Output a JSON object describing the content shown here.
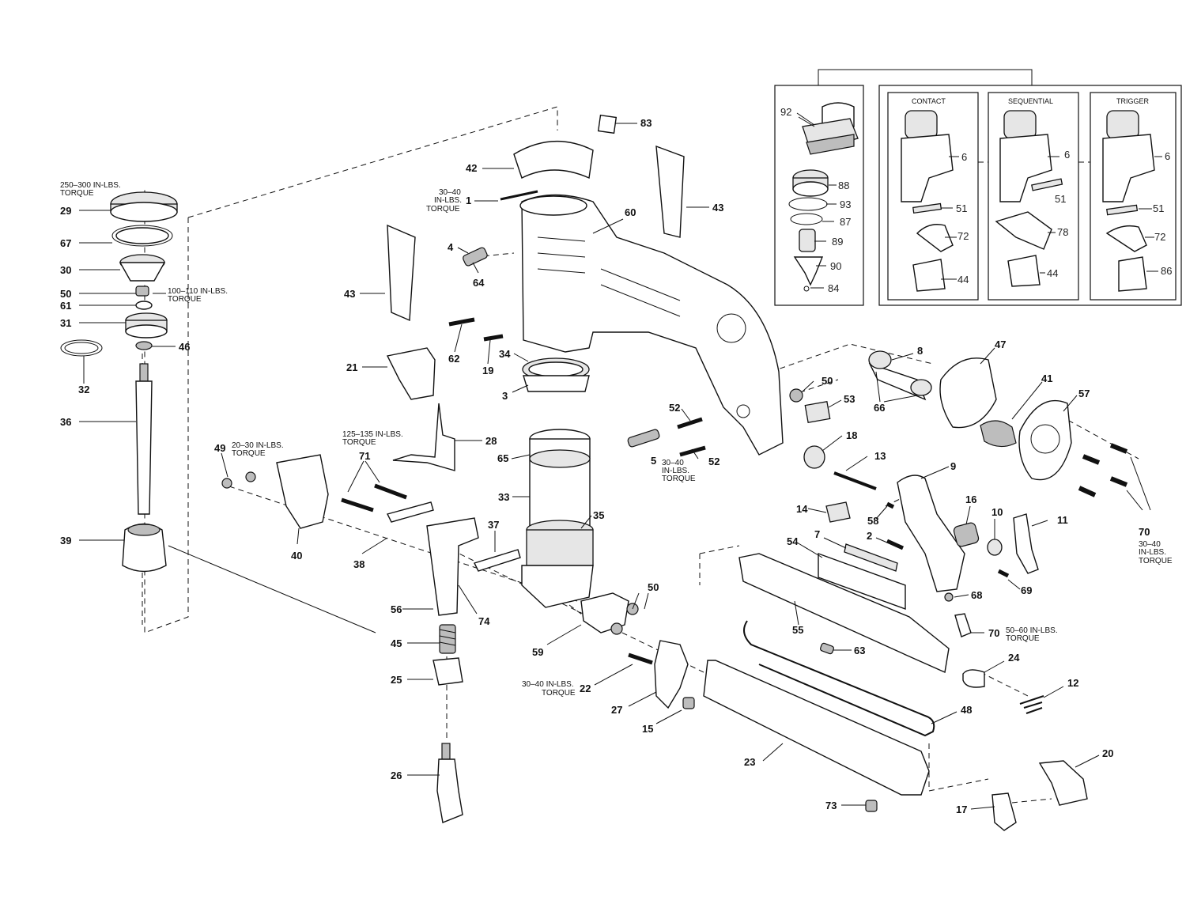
{
  "labels": {
    "p92": "92",
    "p88": "88",
    "p93": "93",
    "p87": "87",
    "p89": "89",
    "p90": "90",
    "p84": "84",
    "p6a": "6",
    "p6b": "6",
    "p6c": "6",
    "p51a": "51",
    "p51b": "51",
    "p51c": "51",
    "p72a": "72",
    "p72b": "72",
    "p78": "78",
    "p44a": "44",
    "p44b": "44",
    "p86": "86",
    "p83": "83",
    "p42": "42",
    "p1": "1",
    "p60": "60",
    "p43a": "43",
    "p43b": "43",
    "p4": "4",
    "p64": "64",
    "p62": "62",
    "p19": "19",
    "p34": "34",
    "p3": "3",
    "p21": "21",
    "p28": "28",
    "p65": "65",
    "p33": "33",
    "p35": "35",
    "p37": "37",
    "p38": "38",
    "p71": "71",
    "p40": "40",
    "p49": "49",
    "p56": "56",
    "p74": "74",
    "p45": "45",
    "p25": "25",
    "p26": "26",
    "p59": "59",
    "p50b": "50",
    "p22": "22",
    "p27": "27",
    "p15": "15",
    "p52a": "52",
    "p52b": "52",
    "p5": "5",
    "p50a": "50",
    "p53": "53",
    "p66": "66",
    "p8": "8",
    "p47": "47",
    "p41": "41",
    "p57": "57",
    "p70a": "70",
    "p18": "18",
    "p13": "13",
    "p9": "9",
    "p14": "14",
    "p58": "58",
    "p16": "16",
    "p10": "10",
    "p11": "11",
    "p7": "7",
    "p54": "54",
    "p2": "2",
    "p69": "69",
    "p68": "68",
    "p70b": "70",
    "p55": "55",
    "p63": "63",
    "p24": "24",
    "p12": "12",
    "p48": "48",
    "p23": "23",
    "p20": "20",
    "p73": "73",
    "p17": "17",
    "p29": "29",
    "p67": "67",
    "p30": "30",
    "p50c": "50",
    "p61": "61",
    "p31": "31",
    "p46": "46",
    "p32": "32",
    "p36": "36",
    "p39": "39"
  },
  "torque_notes": {
    "t29_a": "250–300 IN-LBS.",
    "t29_b": "TORQUE",
    "t50_a": "100–110 IN-LBS.",
    "t50_b": "TORQUE",
    "t1_a": "30–40",
    "t1_b": "IN-LBS.",
    "t1_c": "TORQUE",
    "t49_a": "20–30 IN-LBS.",
    "t49_b": "TORQUE",
    "t28_a": "125–135 IN-LBS.",
    "t28_b": "TORQUE",
    "t5_a": "30–40",
    "t5_b": "IN-LBS.",
    "t5_c": "TORQUE",
    "t22_a": "30–40 IN-LBS.",
    "t22_b": "TORQUE",
    "t70a_a": "30–40",
    "t70a_b": "IN-LBS.",
    "t70a_c": "TORQUE",
    "t70b_a": "50–60 IN-LBS.",
    "t70b_b": "TORQUE"
  },
  "trigger_boxes": {
    "contact": "CONTACT",
    "sequential": "SEQUENTIAL",
    "trigger": "TRIGGER"
  }
}
